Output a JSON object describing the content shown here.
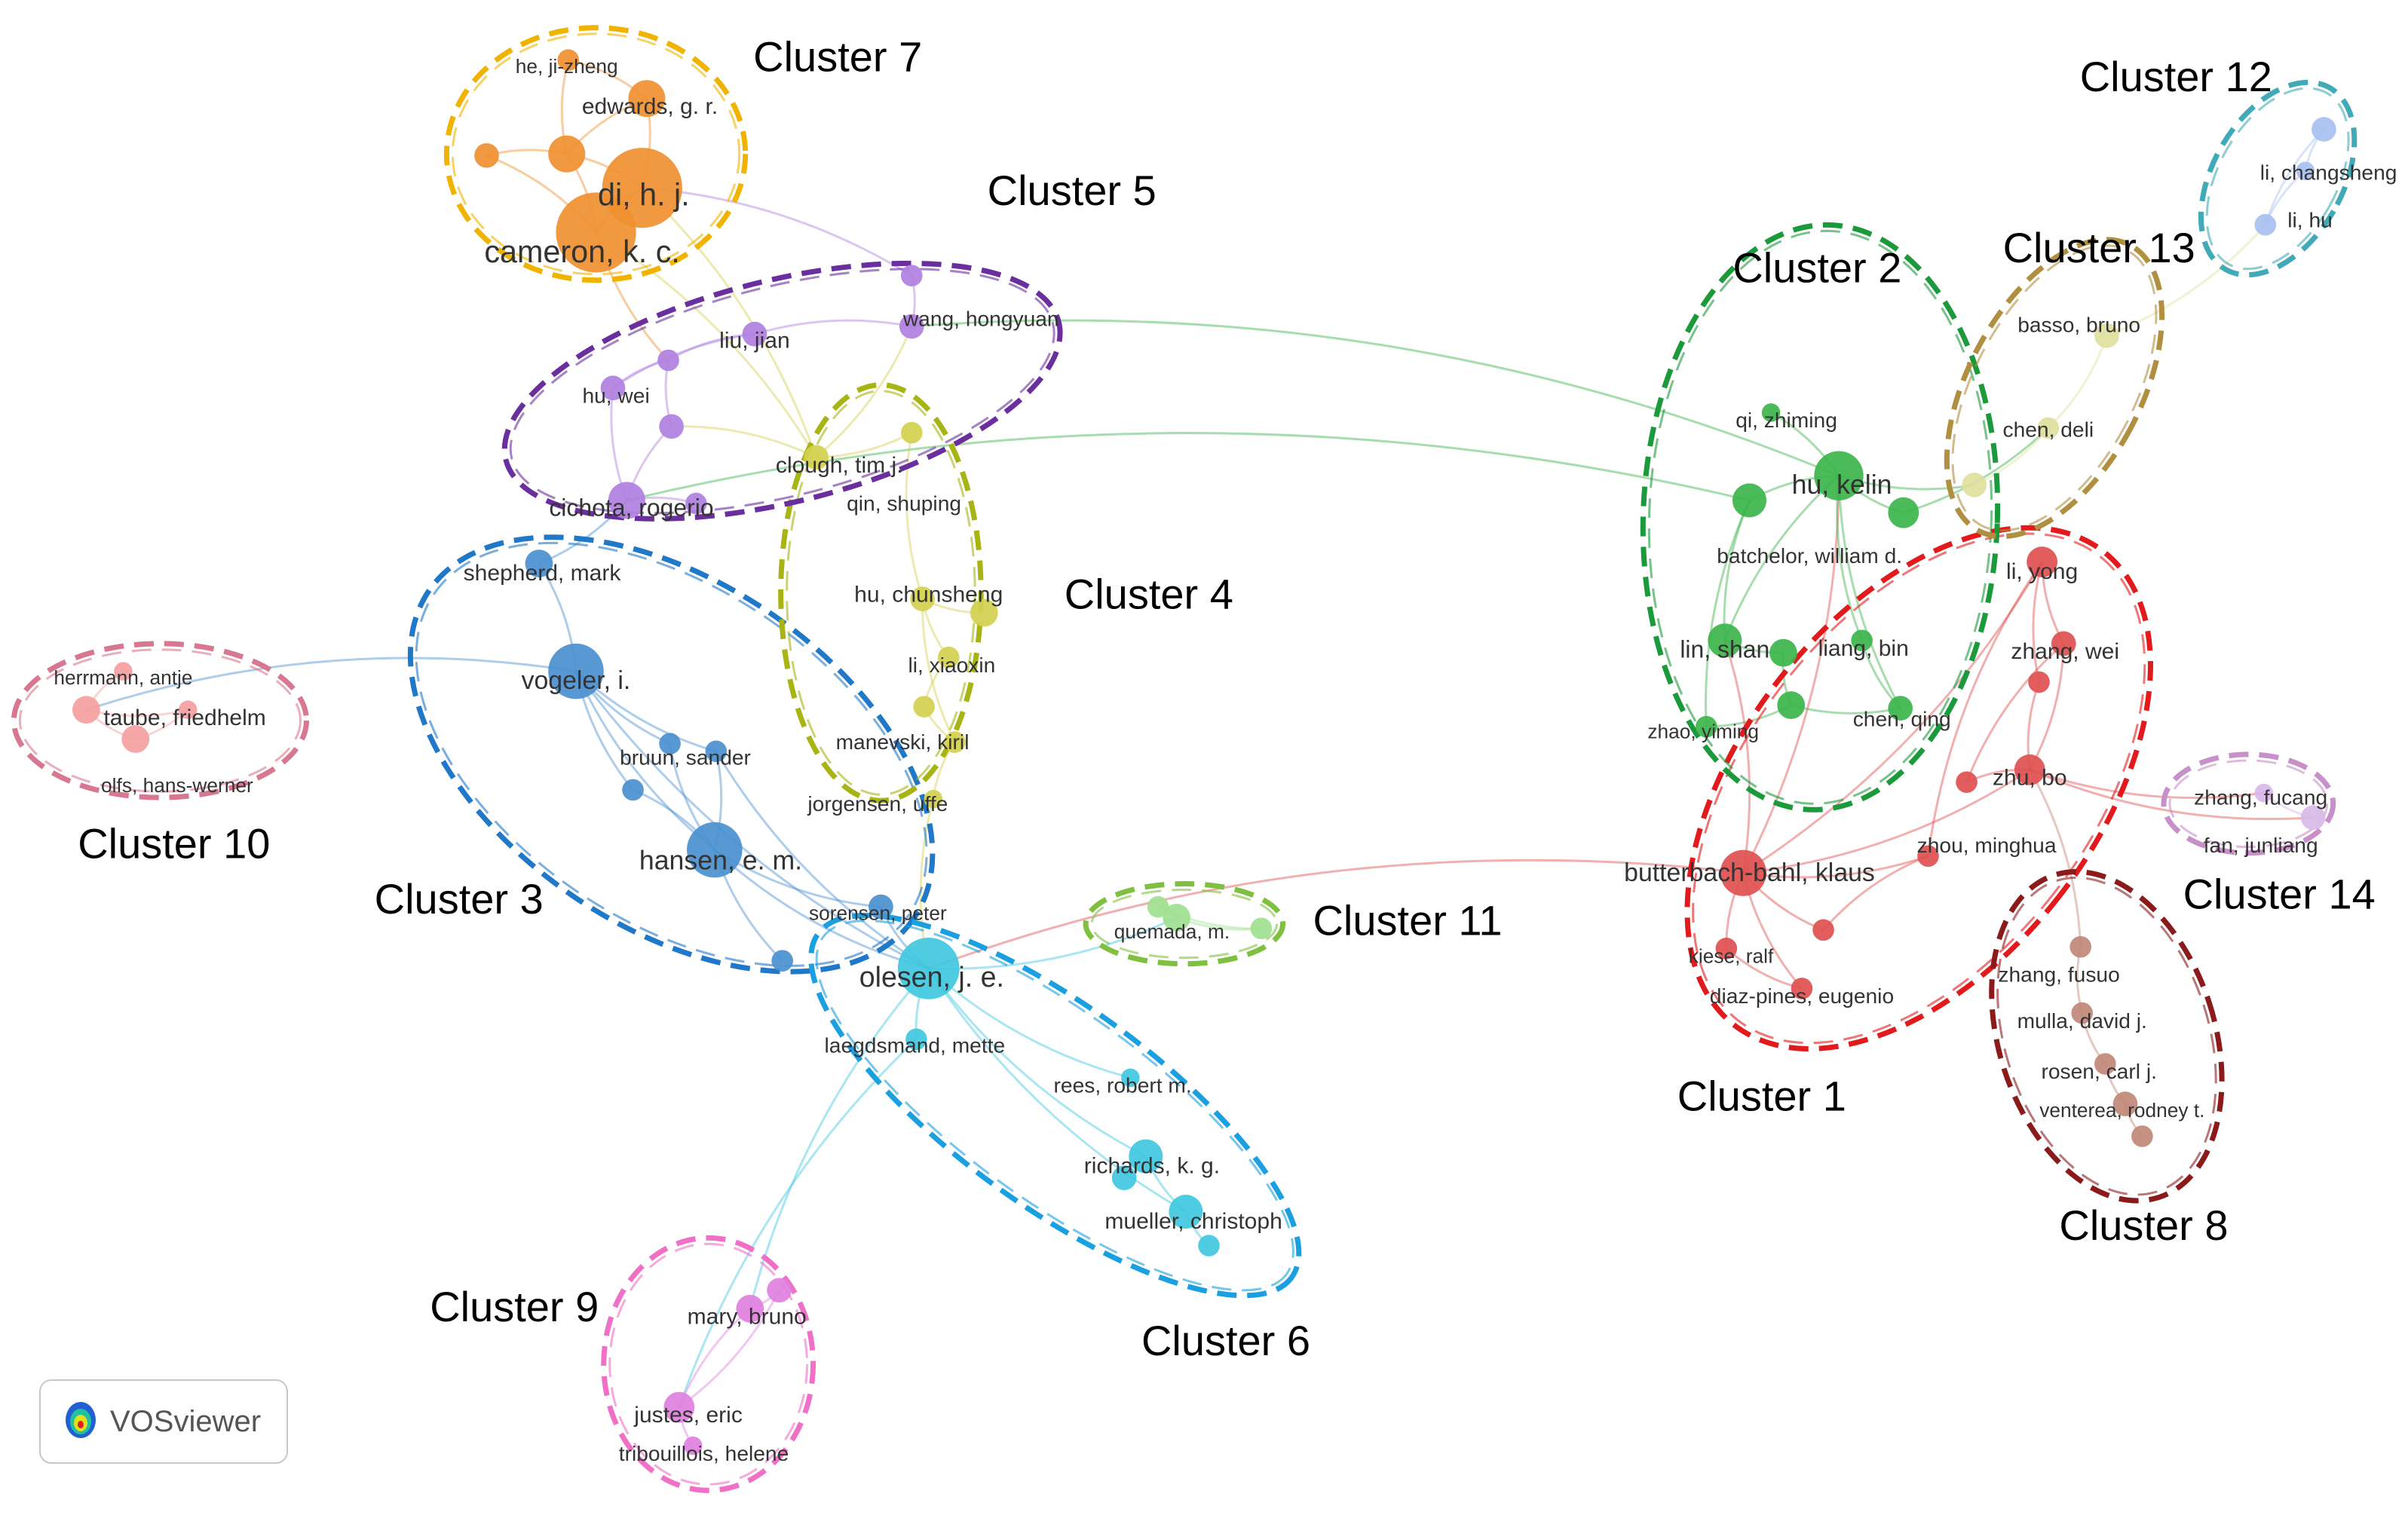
{
  "brand": {
    "name": "VOSviewer"
  },
  "clusters": [
    {
      "id": "c1",
      "title": "Cluster 1",
      "color": "#e31a1c",
      "nodes": [
        {
          "key": "butterbach",
          "label": "butterbach-bahl, klaus"
        },
        {
          "key": "li_yong",
          "label": "li, yong"
        },
        {
          "key": "zhang_wei",
          "label": "zhang, wei"
        },
        {
          "key": "zhu_bo",
          "label": "zhu, bo"
        },
        {
          "key": "zhou_minghua",
          "label": "zhou, minghua"
        },
        {
          "key": "kiese",
          "label": "kiese, ralf"
        },
        {
          "key": "diaz",
          "label": "diaz-pines, eugenio"
        },
        {
          "key": "c1_a",
          "label": ""
        },
        {
          "key": "c1_b",
          "label": ""
        },
        {
          "key": "c1_c",
          "label": ""
        }
      ]
    },
    {
      "id": "c2",
      "title": "Cluster 2",
      "color": "#1a9a3a",
      "nodes": [
        {
          "key": "hu_kelin",
          "label": "hu, kelin"
        },
        {
          "key": "qi_zhiming",
          "label": "qi, zhiming"
        },
        {
          "key": "batchelor",
          "label": "batchelor, william d."
        },
        {
          "key": "lin_shan",
          "label": "lin, shan"
        },
        {
          "key": "liang_bin",
          "label": "liang, bin"
        },
        {
          "key": "zhao_yiming",
          "label": "zhao, yiming"
        },
        {
          "key": "chen_qing",
          "label": "chen, qing"
        },
        {
          "key": "c2_a",
          "label": ""
        },
        {
          "key": "c2_b",
          "label": ""
        },
        {
          "key": "c2_c",
          "label": ""
        }
      ]
    },
    {
      "id": "c3",
      "title": "Cluster 3",
      "color": "#1f78c8",
      "nodes": [
        {
          "key": "vogeler",
          "label": "vogeler, i."
        },
        {
          "key": "shepherd",
          "label": "shepherd, mark"
        },
        {
          "key": "bruun",
          "label": "bruun, sander"
        },
        {
          "key": "hansen",
          "label": "hansen, e. m."
        },
        {
          "key": "sorensen",
          "label": "sorensen, peter"
        },
        {
          "key": "c3_a",
          "label": ""
        },
        {
          "key": "c3_b",
          "label": ""
        },
        {
          "key": "c3_c",
          "label": ""
        }
      ]
    },
    {
      "id": "c4",
      "title": "Cluster 4",
      "color": "#a8b414",
      "nodes": [
        {
          "key": "clough",
          "label": "clough, tim j."
        },
        {
          "key": "qin_shuping",
          "label": "qin, shuping"
        },
        {
          "key": "hu_chunsheng",
          "label": "hu, chunsheng"
        },
        {
          "key": "li_xiaoxin",
          "label": "li, xiaoxin"
        },
        {
          "key": "manevski",
          "label": "manevski, kiril"
        },
        {
          "key": "jorgensen",
          "label": "jorgensen, uffe"
        },
        {
          "key": "c4_a",
          "label": ""
        },
        {
          "key": "c4_b",
          "label": ""
        }
      ]
    },
    {
      "id": "c5",
      "title": "Cluster 5",
      "color": "#6a2e9e",
      "nodes": [
        {
          "key": "wang_hongyuan",
          "label": "wang, hongyuan"
        },
        {
          "key": "liu_jian",
          "label": "liu, jian"
        },
        {
          "key": "hu_wei",
          "label": "hu, wei"
        },
        {
          "key": "cichota",
          "label": "cichota, rogerio"
        },
        {
          "key": "c5_a",
          "label": ""
        },
        {
          "key": "c5_b",
          "label": ""
        },
        {
          "key": "c5_c",
          "label": ""
        },
        {
          "key": "c5_d",
          "label": ""
        }
      ]
    },
    {
      "id": "c6",
      "title": "Cluster 6",
      "color": "#1aa0e0",
      "nodes": [
        {
          "key": "olesen",
          "label": "olesen, j. e."
        },
        {
          "key": "laegdsmand",
          "label": "laegdsmand, mette"
        },
        {
          "key": "rees",
          "label": "rees, robert m."
        },
        {
          "key": "richards",
          "label": "richards, k. g."
        },
        {
          "key": "mueller",
          "label": "mueller, christoph"
        },
        {
          "key": "c6_a",
          "label": ""
        },
        {
          "key": "c6_b",
          "label": ""
        }
      ]
    },
    {
      "id": "c7",
      "title": "Cluster 7",
      "color": "#f0b400",
      "nodes": [
        {
          "key": "di_hj",
          "label": "di, h. j."
        },
        {
          "key": "cameron",
          "label": "cameron, k. c."
        },
        {
          "key": "edwards",
          "label": "edwards, g. r."
        },
        {
          "key": "he_jizheng",
          "label": "he, ji-zheng"
        },
        {
          "key": "c7_a",
          "label": ""
        },
        {
          "key": "c7_b",
          "label": ""
        }
      ]
    },
    {
      "id": "c8",
      "title": "Cluster 8",
      "color": "#8b1a1a",
      "nodes": [
        {
          "key": "zhang_fusuo",
          "label": "zhang, fusuo"
        },
        {
          "key": "mulla",
          "label": "mulla, david j."
        },
        {
          "key": "rosen",
          "label": "rosen, carl j."
        },
        {
          "key": "venterea",
          "label": "venterea, rodney t."
        },
        {
          "key": "c8_a",
          "label": ""
        }
      ]
    },
    {
      "id": "c9",
      "title": "Cluster 9",
      "color": "#f070c8",
      "nodes": [
        {
          "key": "mary",
          "label": "mary, bruno"
        },
        {
          "key": "justes",
          "label": "justes, eric"
        },
        {
          "key": "tribouillois",
          "label": "tribouillois, helene"
        },
        {
          "key": "c9_a",
          "label": ""
        }
      ]
    },
    {
      "id": "c10",
      "title": "Cluster 10",
      "color": "#d87890",
      "nodes": [
        {
          "key": "herrmann",
          "label": "herrmann, antje"
        },
        {
          "key": "taube",
          "label": "taube, friedhelm"
        },
        {
          "key": "kluss",
          "label": "olfs, hans-werner"
        },
        {
          "key": "c10_a",
          "label": ""
        }
      ]
    },
    {
      "id": "c11",
      "title": "Cluster 11",
      "color": "#80c040",
      "nodes": [
        {
          "key": "quemada",
          "label": "quemada, m."
        },
        {
          "key": "c11_a",
          "label": ""
        },
        {
          "key": "c11_b",
          "label": ""
        }
      ]
    },
    {
      "id": "c12",
      "title": "Cluster 12",
      "color": "#40aab8",
      "nodes": [
        {
          "key": "li_changsheng",
          "label": "li, changsheng"
        },
        {
          "key": "li_hu",
          "label": "li, hu"
        },
        {
          "key": "c12_a",
          "label": ""
        }
      ]
    },
    {
      "id": "c13",
      "title": "Cluster 13",
      "color": "#b09040",
      "nodes": [
        {
          "key": "basso",
          "label": "basso, bruno"
        },
        {
          "key": "chen_deli",
          "label": "chen, deli"
        },
        {
          "key": "c13_a",
          "label": ""
        }
      ]
    },
    {
      "id": "c14",
      "title": "Cluster 14",
      "color": "#c890c8",
      "nodes": [
        {
          "key": "zhang_fucang",
          "label": "zhang, fucang"
        },
        {
          "key": "fan_junliang",
          "label": "fan, junliang"
        }
      ]
    }
  ],
  "node_colors": {
    "c1": "#e05050",
    "c2": "#3cb44b",
    "c3": "#4a90d0",
    "c4": "#d4d050",
    "c5": "#b080e0",
    "c6": "#40c8e0",
    "c7": "#f09030",
    "c8": "#c08878",
    "c9": "#e080e0",
    "c10": "#f4a0a0",
    "c11": "#a0e090",
    "c12": "#a8c0f0",
    "c13": "#e0e0a0",
    "c14": "#d8b8e8"
  }
}
